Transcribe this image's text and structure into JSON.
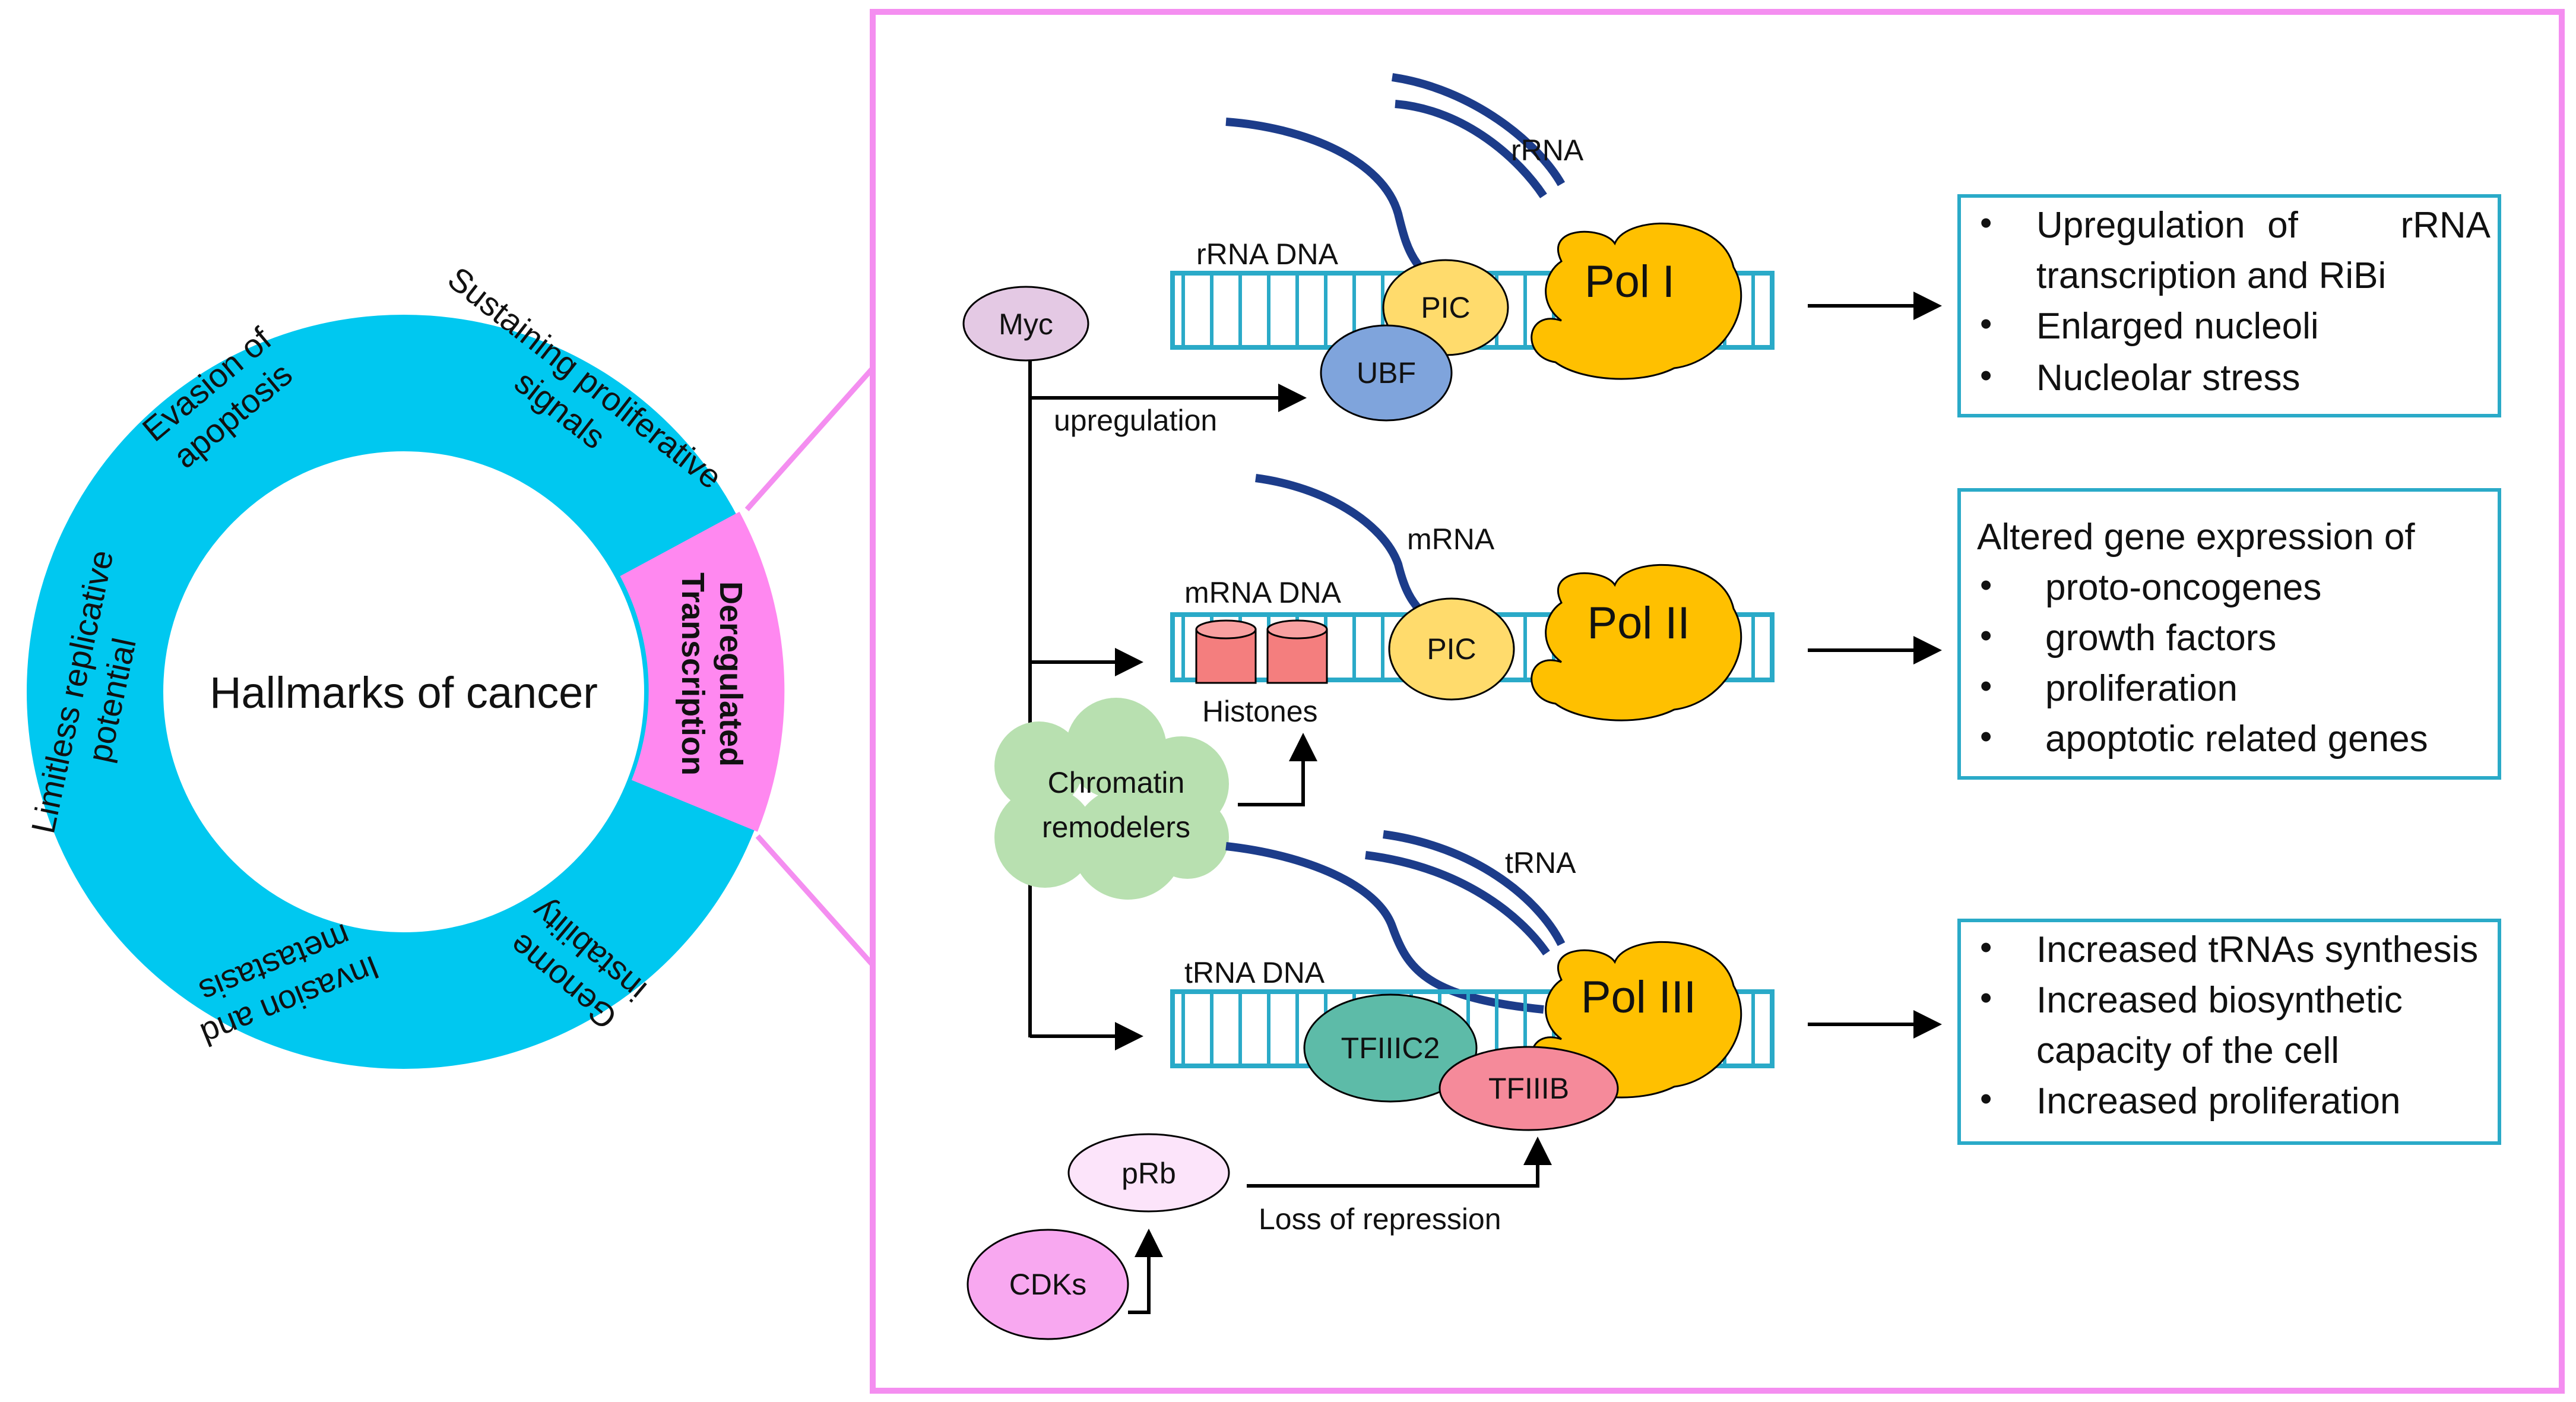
{
  "hallmarks": {
    "center_title": "Hallmarks of cancer",
    "ring_labels": {
      "evasion_1": "Evasion of",
      "evasion_2": "apoptosis",
      "sustaining_1": "Sustaining proliferative",
      "sustaining_2": "signals",
      "deregulated_1": "Deregulated",
      "deregulated_2": "Transcription",
      "genome_1": "Genome",
      "genome_2": "instability",
      "invasion_1": "Invasion and",
      "invasion_2": "metastasis",
      "limitless_1": "Limitless replicative",
      "limitless_2": "potential"
    }
  },
  "mechanism": {
    "myc": "Myc",
    "upregulation": "upregulation",
    "chromatin_1": "Chromatin",
    "chromatin_2": "remodelers",
    "histones": "Histones",
    "prb": "pRb",
    "cdks": "CDKs",
    "loss_of_repression": "Loss of repression",
    "pol1": {
      "rna": "rRNA",
      "dna": "rRNA DNA",
      "pic": "PIC",
      "factor": "UBF",
      "polymerase": "Pol I"
    },
    "pol2": {
      "rna": "mRNA",
      "dna": "mRNA DNA",
      "pic": "PIC",
      "polymerase": "Pol II"
    },
    "pol3": {
      "rna": "tRNA",
      "dna": "tRNA DNA",
      "factor1": "TFIIIC2",
      "factor2": "TFIIIB",
      "polymerase": "Pol III"
    }
  },
  "outcomes": {
    "box1": {
      "line1_a": "Upregulation",
      "line1_b": "of",
      "line1_c": "rRNA",
      "line1_cont": "transcription and RiBi",
      "line2": "Enlarged nucleoli",
      "line3": "Nucleolar stress"
    },
    "box2": {
      "heading": "Altered gene expression of",
      "items": [
        "proto-oncogenes",
        "growth factors",
        "proliferation",
        "apoptotic related genes"
      ]
    },
    "box3": {
      "line1": "Increased tRNAs synthesis",
      "line2": "Increased biosynthetic",
      "line2_cont": "capacity of the cell",
      "line3": "Increased proliferation"
    }
  },
  "colors": {
    "ring": "#00C8F0",
    "ring_highlight": "#FF88F0",
    "panel_border": "#F48EF0",
    "dna": "#2AAAC8",
    "rna_strand": "#1C3C8A",
    "pol": "#FFC000",
    "pic": "#FFDB6C",
    "ubf": "#7FA4DC",
    "myc": "#E4C9E4",
    "chromatin": "#B8E0B0",
    "histone": "#F47E7E",
    "tfiiic2": "#5DBBA8",
    "tfiiib": "#F58A9A",
    "prb": "#FCE4FA",
    "cdks": "#F8A8F0",
    "outcome_border": "#2AAAC8"
  }
}
